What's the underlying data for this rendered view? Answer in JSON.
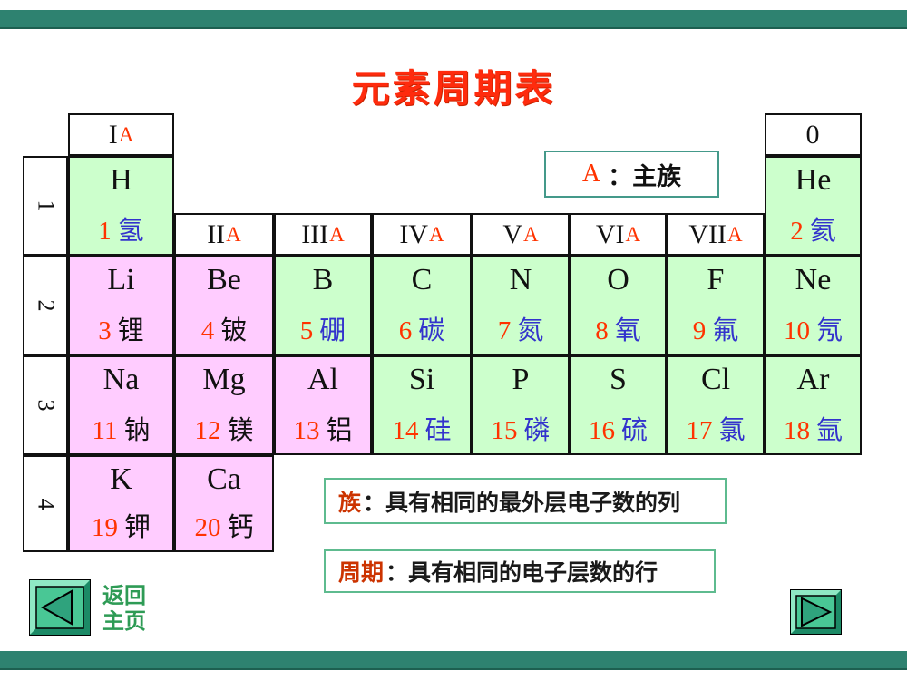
{
  "title": "元素周期表",
  "legend_box": {
    "a": "A",
    "rest": "：主族"
  },
  "group_labels": [
    {
      "main": "I",
      "sub": "A",
      "col": 0,
      "pos": "top"
    },
    {
      "main": "II",
      "sub": "A",
      "col": 1,
      "pos": "row"
    },
    {
      "main": "III",
      "sub": "A",
      "col": 2,
      "pos": "row"
    },
    {
      "main": "IV",
      "sub": "A",
      "col": 3,
      "pos": "row"
    },
    {
      "main": "V",
      "sub": "A",
      "col": 4,
      "pos": "row"
    },
    {
      "main": "VI",
      "sub": "A",
      "col": 5,
      "pos": "row"
    },
    {
      "main": "VII",
      "sub": "A",
      "col": 6,
      "pos": "row"
    },
    {
      "main": "0",
      "sub": "",
      "col": 7,
      "pos": "top"
    }
  ],
  "periods": [
    "1",
    "2",
    "3",
    "4"
  ],
  "elements": [
    {
      "symbol": "H",
      "number": "1",
      "name": "氢",
      "type": "nonmetal",
      "col": 0,
      "row": 0
    },
    {
      "symbol": "He",
      "number": "2",
      "name": "氦",
      "type": "nonmetal",
      "col": 7,
      "row": 0
    },
    {
      "symbol": "Li",
      "number": "3",
      "name": "锂",
      "type": "metal",
      "col": 0,
      "row": 1
    },
    {
      "symbol": "Be",
      "number": "4",
      "name": "铍",
      "type": "metal",
      "col": 1,
      "row": 1
    },
    {
      "symbol": "B",
      "number": "5",
      "name": "硼",
      "type": "nonmetal",
      "col": 2,
      "row": 1
    },
    {
      "symbol": "C",
      "number": "6",
      "name": "碳",
      "type": "nonmetal",
      "col": 3,
      "row": 1
    },
    {
      "symbol": "N",
      "number": "7",
      "name": "氮",
      "type": "nonmetal",
      "col": 4,
      "row": 1
    },
    {
      "symbol": "O",
      "number": "8",
      "name": "氧",
      "type": "nonmetal",
      "col": 5,
      "row": 1
    },
    {
      "symbol": "F",
      "number": "9",
      "name": "氟",
      "type": "nonmetal",
      "col": 6,
      "row": 1
    },
    {
      "symbol": "Ne",
      "number": "10",
      "name": "氖",
      "type": "nonmetal",
      "col": 7,
      "row": 1
    },
    {
      "symbol": "Na",
      "number": "11",
      "name": "钠",
      "type": "metal",
      "col": 0,
      "row": 2
    },
    {
      "symbol": "Mg",
      "number": "12",
      "name": "镁",
      "type": "metal",
      "col": 1,
      "row": 2
    },
    {
      "symbol": "Al",
      "number": "13",
      "name": "铝",
      "type": "metal",
      "col": 2,
      "row": 2
    },
    {
      "symbol": "Si",
      "number": "14",
      "name": "硅",
      "type": "nonmetal",
      "col": 3,
      "row": 2
    },
    {
      "symbol": "P",
      "number": "15",
      "name": "磷",
      "type": "nonmetal",
      "col": 4,
      "row": 2
    },
    {
      "symbol": "S",
      "number": "16",
      "name": "硫",
      "type": "nonmetal",
      "col": 5,
      "row": 2
    },
    {
      "symbol": "Cl",
      "number": "17",
      "name": "氯",
      "type": "nonmetal",
      "col": 6,
      "row": 2
    },
    {
      "symbol": "Ar",
      "number": "18",
      "name": "氩",
      "type": "nonmetal",
      "col": 7,
      "row": 2
    },
    {
      "symbol": "K",
      "number": "19",
      "name": "钾",
      "type": "metal",
      "col": 0,
      "row": 3
    },
    {
      "symbol": "Ca",
      "number": "20",
      "name": "钙",
      "type": "metal",
      "col": 1,
      "row": 3
    }
  ],
  "notes": {
    "group_note": {
      "head": "族",
      "rest": "：具有相同的最外层电子数的列"
    },
    "period_note": {
      "head": "周期",
      "rest": "：具有相同的电子层数的行"
    }
  },
  "nav": {
    "back_line1": "返回",
    "back_line2": "主页"
  },
  "colors": {
    "metal_bg": "#FFCCFF",
    "nonmetal_bg": "#CCFFCC",
    "number_red": "#FF3300",
    "nonmetal_name_blue": "#3333CC",
    "title_red": "#FF2B0D",
    "note_head_red": "#CC3300",
    "box_border_green": "#5EBB8F",
    "bar_teal": "#2E8270",
    "button_green": "#49C795",
    "back_label_green": "#2E9B55"
  }
}
